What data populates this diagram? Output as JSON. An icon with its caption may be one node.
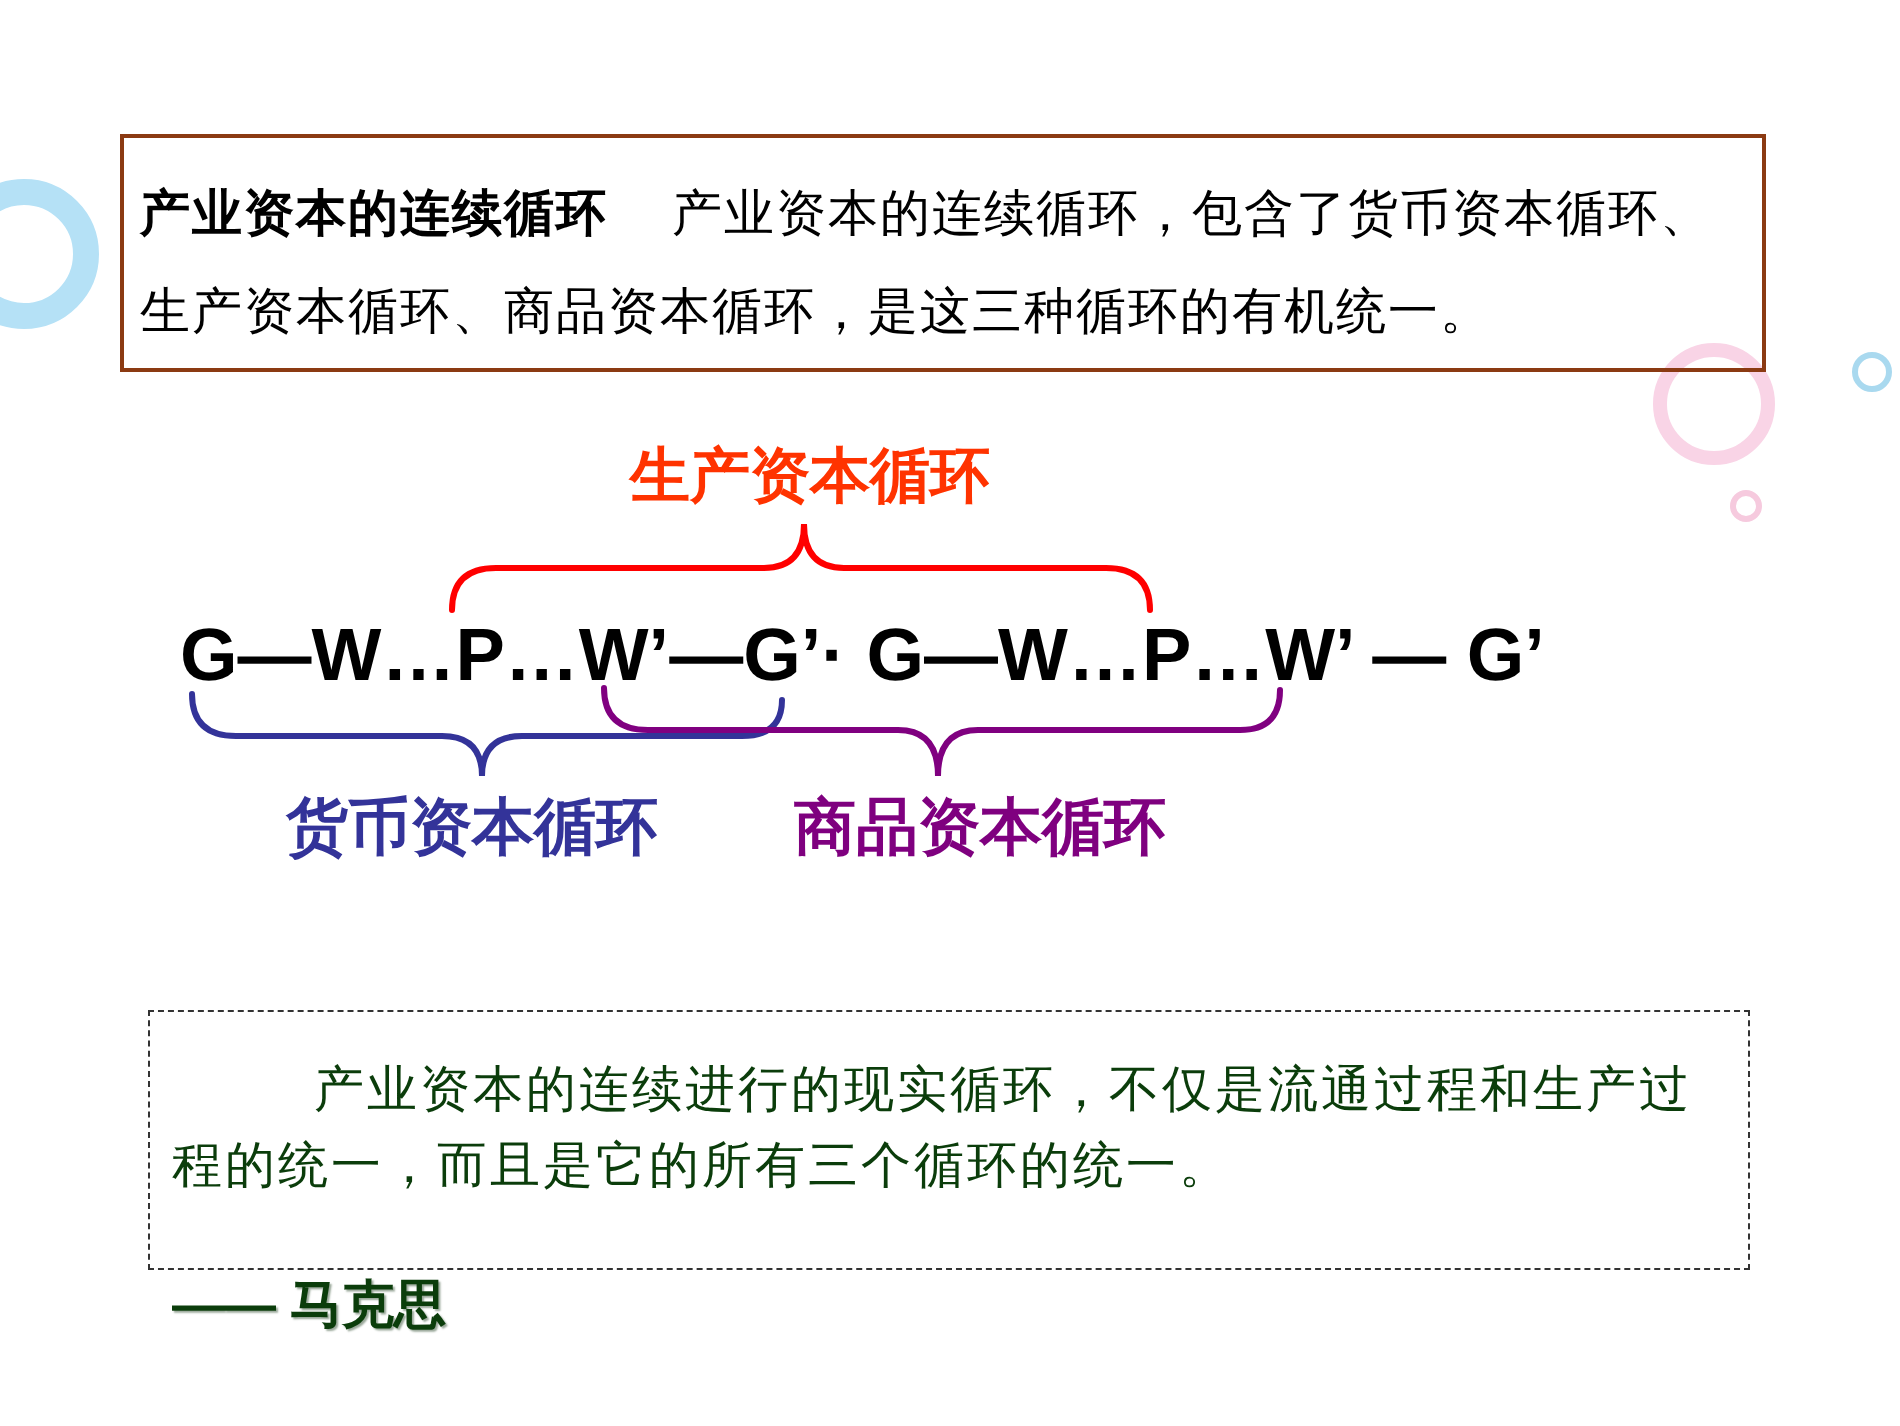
{
  "diagram": {
    "nodes": [
      {
        "text": [
          "产业资本的连续循环",
          "产业资本的连续循环，包含了货币资本循环、生产资本循环、商品资本循环，是这三种循环的有机统一。"
        ]
      },
      {
        "text": [
          "产业资本的连续进行的现实循环，不仅是流通过程和生产过程的统一，而且是它的所有三个循环的统一。"
        ],
        "beside": [
          "—— 马克思"
        ]
      }
    ],
    "labels": [
      "生产资本循环",
      "G—W…P…W’—G’· G—W…P…W’ — G’",
      "货币资本循环",
      "商品资本循环"
    ]
  }
}
